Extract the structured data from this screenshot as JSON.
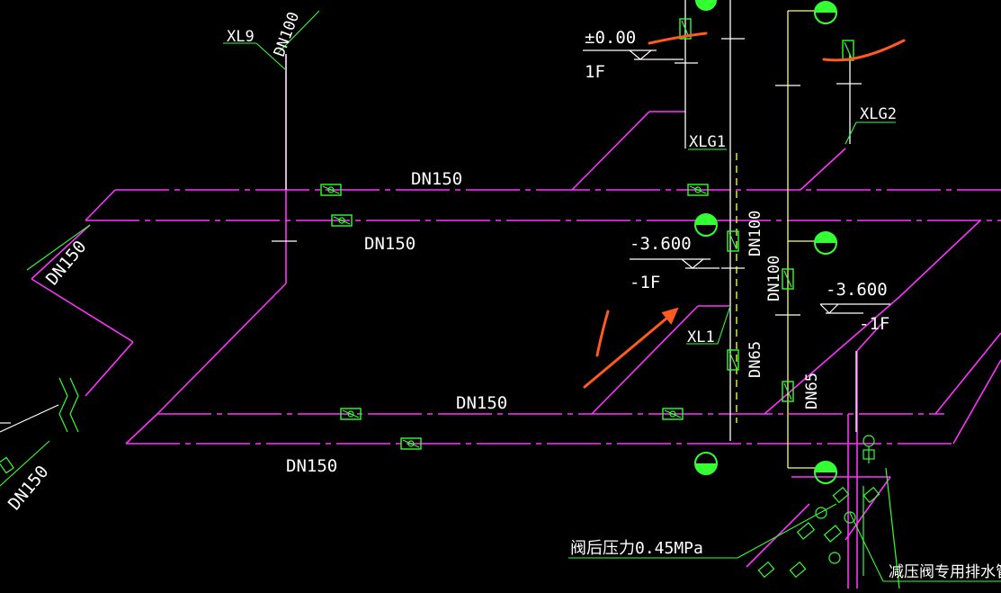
{
  "colors": {
    "background": "#000000",
    "pipe_magenta": "#ff33ff",
    "riser_white": "#ffffff",
    "riser_yellow": "#ffff66",
    "valve_green": "#33ff33",
    "annotation_green": "#33ff33",
    "text_white": "#ffffff",
    "markup_orange": "#ff5a1f"
  },
  "labels": {
    "xl9": "XL9",
    "dn100_top": "DN100",
    "elev_pm000": "±0.00",
    "floor_1f": "1F",
    "xlg1": "XLG1",
    "xlg2": "XLG2",
    "dn150_a": "DN150",
    "dn150_b": "DN150",
    "dn150_c": "DN150",
    "dn150_d": "DN150",
    "dn150_left": "DN150",
    "dn150_bottom_left": "DN150",
    "elev_m3600_a": "-3.600",
    "floor_m1f_a": "-1F",
    "elev_m3600_b": "-3.600",
    "floor_m1f_b": "-1F",
    "dn100_a": "DN100",
    "dn100_b": "DN100",
    "xl1": "XL1",
    "dn65_a": "DN65",
    "dn65_b": "DN65",
    "pressure_note": "阀后压力0.45MPa",
    "drain_note": "减压阀专用排水管"
  },
  "icons": [
    "gate-valve-icon",
    "hydrant-icon",
    "elevation-marker-icon",
    "arrow-markup-icon"
  ]
}
